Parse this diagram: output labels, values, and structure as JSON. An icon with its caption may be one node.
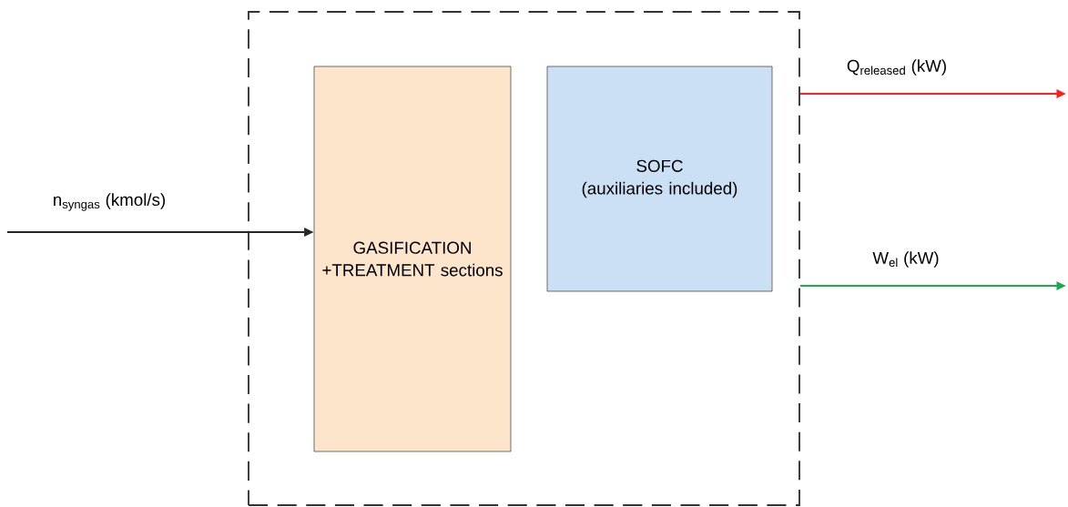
{
  "diagram": {
    "nodes": [
      {
        "text": [],
        "shape": "box"
      },
      {
        "text": [
          "GASIFICATION +TREATMENT sections"
        ],
        "in": 0
      },
      {
        "text": [
          "SOFC",
          "(auxiliaries included)"
        ],
        "in": 0
      }
    ],
    "edges": [
      {
        "from": null,
        "to": 1,
        "arrow": "to",
        "label": "n$_{syngas}$ (kmol/s)"
      },
      {
        "from": 0,
        "to": null,
        "arrow": "to",
        "label": "Q$_{released}$ (kW)",
        "color": "#ff1f1f"
      },
      {
        "from": 0,
        "to": null,
        "arrow": "to",
        "label": "W$_{el}$ (kW)",
        "color": "#1aab4f"
      }
    ]
  }
}
